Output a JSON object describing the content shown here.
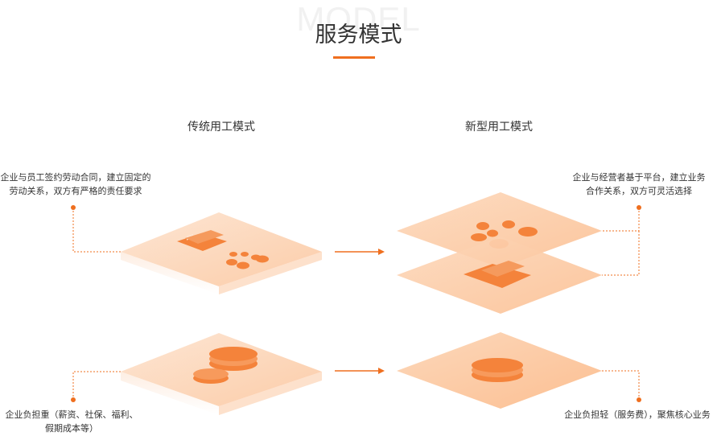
{
  "header": {
    "watermark": "MODEL",
    "title": "服务模式"
  },
  "columns": {
    "traditional": "传统用工模式",
    "new": "新型用工模式"
  },
  "descriptions": {
    "trad_top_line1": "企业与员工签约劳动合同，建立固定的",
    "trad_top_line2": "劳动关系，双方有严格的责任要求",
    "new_top_line1": "企业与经营者基于平台，建立业务",
    "new_top_line2": "合作关系，双方可灵活选择",
    "trad_bottom_line1": "企业负担重（薪资、社保、福利、",
    "trad_bottom_line2": "假期成本等）",
    "new_bottom_line1": "企业负担轻（服务费），聚焦核心业务"
  },
  "colors": {
    "accent": "#ef6f1f",
    "plate_light": "#fde3cf",
    "plate_mid": "#fcc9a4",
    "icon": "#f4833b"
  },
  "icons": [
    "building-icon",
    "people-icon",
    "coins-icon",
    "arrow-icon"
  ]
}
